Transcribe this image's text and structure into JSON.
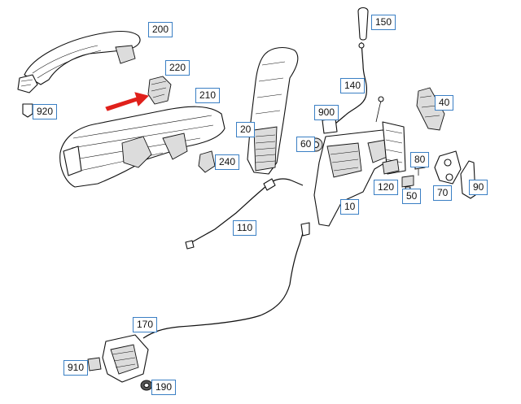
{
  "callouts": {
    "p10": "10",
    "p20": "20",
    "p40": "40",
    "p50": "50",
    "p60": "60",
    "p70": "70",
    "p80": "80",
    "p90": "90",
    "p110": "110",
    "p120": "120",
    "p140": "140",
    "p150": "150",
    "p170": "170",
    "p190": "190",
    "p200": "200",
    "p210": "210",
    "p220": "220",
    "p240": "240",
    "p900": "900",
    "p910": "910",
    "p920": "920"
  },
  "colors": {
    "callout_border": "#3a7fc4",
    "arrow": "#e0201b"
  }
}
